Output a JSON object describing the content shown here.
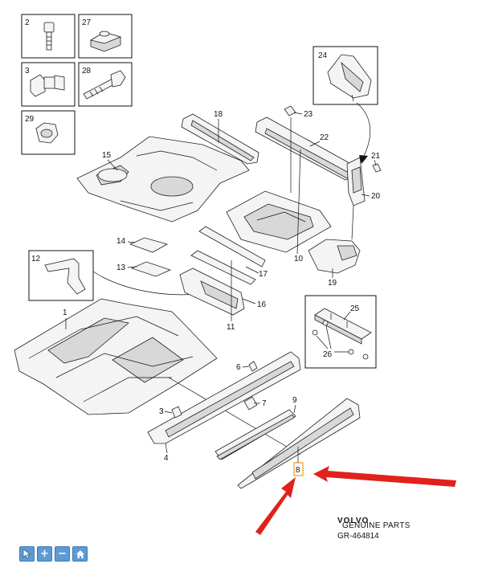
{
  "diagram": {
    "part_numbers": {
      "p1": "1",
      "p2": "2",
      "p3": "3",
      "p3b": "3",
      "p4": "4",
      "p6": "6",
      "p7": "7",
      "p8": "8",
      "p9": "9",
      "p10": "10",
      "p11": "11",
      "p12": "12",
      "p13": "13",
      "p14": "14",
      "p15": "15",
      "p16": "16",
      "p17": "17",
      "p18": "18",
      "p19": "19",
      "p20": "20",
      "p21": "21",
      "p22": "22",
      "p23": "23",
      "p24": "24",
      "p25": "25",
      "p26": "26",
      "p27": "27",
      "p28": "28",
      "p29": "29"
    },
    "brand": "VOLVO",
    "brand_sub": "GENUINE PARTS",
    "reference": "GR-464814",
    "highlight_color": "#e8a11a",
    "arrow_color": "#e1211b"
  },
  "toolbar": {
    "buttons": [
      {
        "icon": "cursor-icon"
      },
      {
        "icon": "zoom-in-icon",
        "label": "+"
      },
      {
        "icon": "zoom-out-icon",
        "label": "−"
      },
      {
        "icon": "home-icon"
      }
    ]
  }
}
